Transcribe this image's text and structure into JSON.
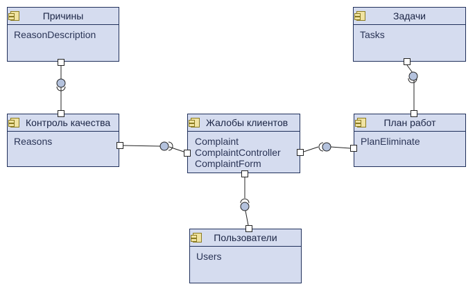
{
  "components": {
    "prichiny": {
      "title": "Причины",
      "items": [
        "ReasonDescription"
      ]
    },
    "zadachi": {
      "title": "Задачи",
      "items": [
        "Tasks"
      ]
    },
    "kontrol": {
      "title": "Контроль качества",
      "items": [
        "Reasons"
      ]
    },
    "zhaloby": {
      "title": "Жалобы клиентов",
      "items": [
        "Complaint",
        "ComplaintController",
        "ComplaintForm"
      ]
    },
    "plan": {
      "title": "План работ",
      "items": [
        "PlanEliminate"
      ]
    },
    "users": {
      "title": "Пользователи",
      "items": [
        "Users"
      ]
    }
  },
  "colors": {
    "component_fill": "#d5dcef",
    "component_border": "#1f2f5a",
    "lollipop_fill": "#b4c2dd",
    "icon_fill": "#f0e3a2"
  }
}
